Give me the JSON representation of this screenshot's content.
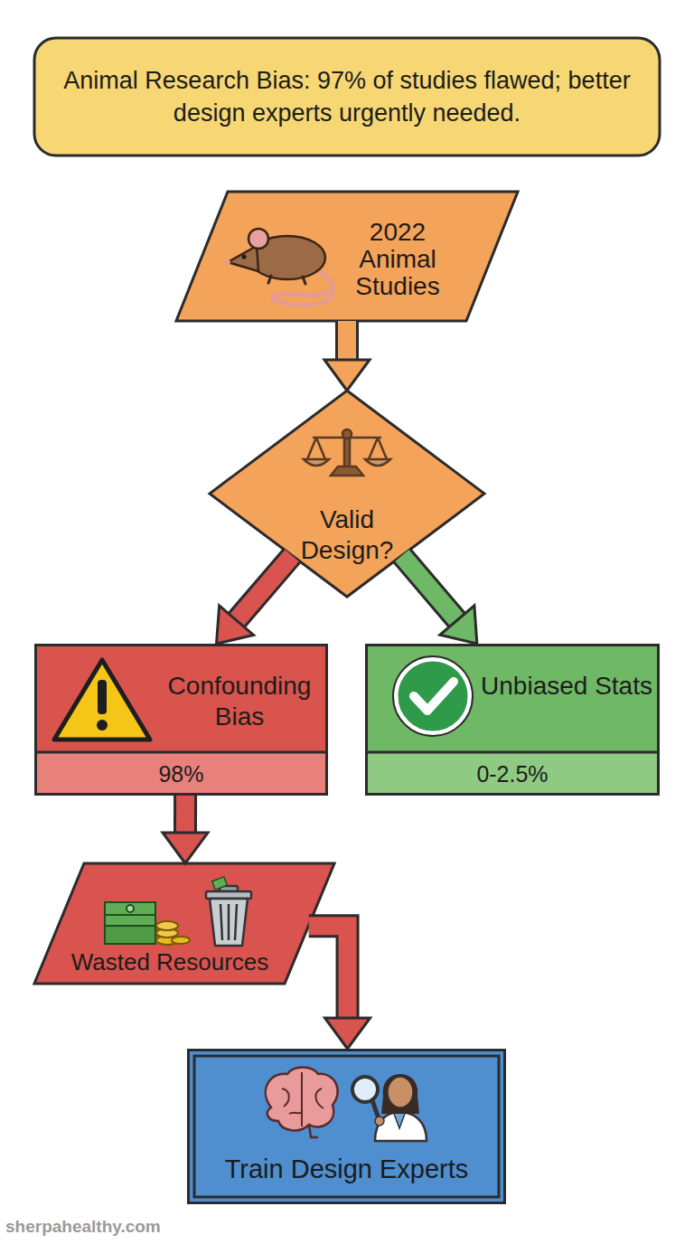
{
  "diagram": {
    "title": "Animal Research Bias: 97% of studies flawed; better design experts urgently needed.",
    "nodes": [
      {
        "text": [
          "2022 Animal Studies"
        ]
      },
      {
        "text": [
          "Valid Design?"
        ]
      },
      {
        "text": [
          "Confounding Bias",
          "98%"
        ]
      },
      {
        "text": [
          "Unbiased Stats",
          "0-2.5%"
        ]
      },
      {
        "text": [
          "Wasted Resources"
        ]
      },
      {
        "text": [
          "Train Design Experts"
        ]
      }
    ],
    "edges": [
      {
        "from": 0,
        "to": 1,
        "arrow": "to"
      },
      {
        "from": 1,
        "to": 2,
        "arrow": "to"
      },
      {
        "from": 1,
        "to": 3,
        "arrow": "to"
      },
      {
        "from": 2,
        "to": 4,
        "arrow": "to"
      },
      {
        "from": 4,
        "to": 5,
        "arrow": "to"
      }
    ],
    "labels": [
      "sherpahealthy.com"
    ]
  }
}
